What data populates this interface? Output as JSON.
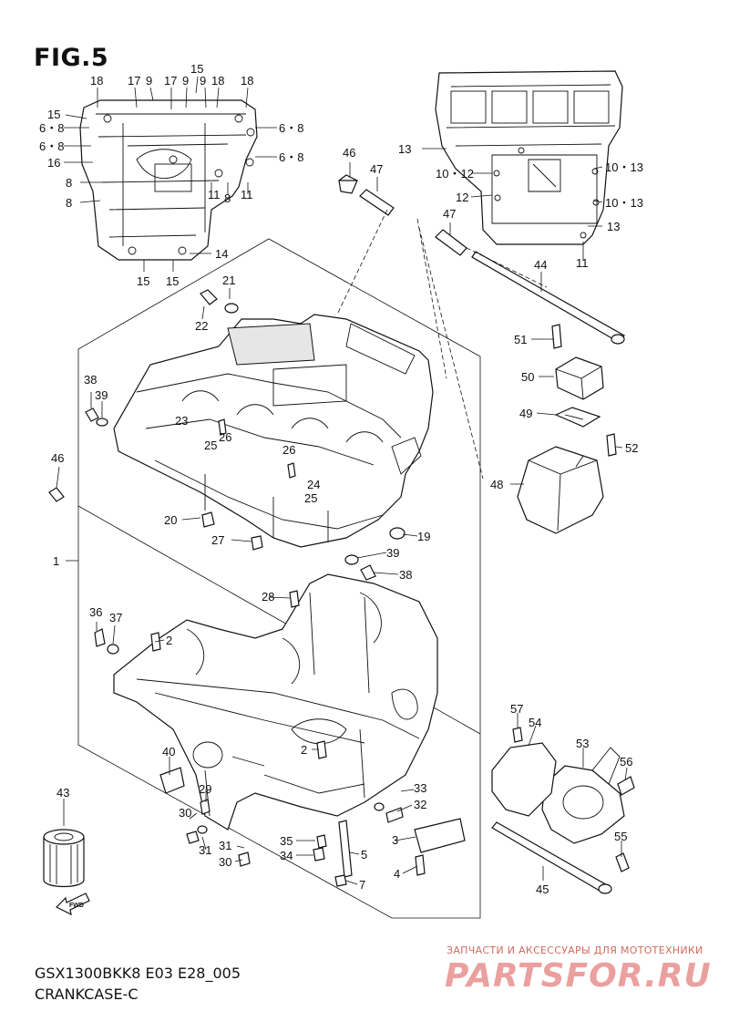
{
  "figure": {
    "title": "FIG.5",
    "model_code": "GSX1300BKK8 E03 E28_005",
    "section_name": "CRANKCASE-C"
  },
  "watermark": {
    "tagline": "ЗАПЧАСТИ И АКСЕССУАРЫ ДЛЯ МОТОТЕХНИКИ",
    "logo": "PARTSFOR.RU"
  },
  "callouts": [
    {
      "id": "c18a",
      "text": "18"
    },
    {
      "id": "c17a",
      "text": "17"
    },
    {
      "id": "c9a",
      "text": "9"
    },
    {
      "id": "c17b",
      "text": "17"
    },
    {
      "id": "c9b",
      "text": "9"
    },
    {
      "id": "c15a",
      "text": "15"
    },
    {
      "id": "c9c",
      "text": "9"
    },
    {
      "id": "c18b",
      "text": "18"
    },
    {
      "id": "c18c",
      "text": "18"
    },
    {
      "id": "c15b",
      "text": "15"
    },
    {
      "id": "c68a",
      "text": "6・8"
    },
    {
      "id": "c68b",
      "text": "6・8"
    },
    {
      "id": "c68c",
      "text": "6・8"
    },
    {
      "id": "c68d",
      "text": "6・8"
    },
    {
      "id": "c16",
      "text": "16"
    },
    {
      "id": "c8a",
      "text": "8"
    },
    {
      "id": "c8b",
      "text": "8"
    },
    {
      "id": "c11a",
      "text": "11"
    },
    {
      "id": "c8c",
      "text": "8"
    },
    {
      "id": "c11b",
      "text": "11"
    },
    {
      "id": "c14",
      "text": "14"
    },
    {
      "id": "c15c",
      "text": "15"
    },
    {
      "id": "c15d",
      "text": "15"
    },
    {
      "id": "c46a",
      "text": "46"
    },
    {
      "id": "c47a",
      "text": "47"
    },
    {
      "id": "c13a",
      "text": "13"
    },
    {
      "id": "c1012a",
      "text": "10・12"
    },
    {
      "id": "c1013a",
      "text": "10・13"
    },
    {
      "id": "c12",
      "text": "12"
    },
    {
      "id": "c1013b",
      "text": "10・13"
    },
    {
      "id": "c47b",
      "text": "47"
    },
    {
      "id": "c13b",
      "text": "13"
    },
    {
      "id": "c11c",
      "text": "11"
    },
    {
      "id": "c44",
      "text": "44"
    },
    {
      "id": "c21",
      "text": "21"
    },
    {
      "id": "c22",
      "text": "22"
    },
    {
      "id": "c51",
      "text": "51"
    },
    {
      "id": "c50",
      "text": "50"
    },
    {
      "id": "c38a",
      "text": "38"
    },
    {
      "id": "c39a",
      "text": "39"
    },
    {
      "id": "c49",
      "text": "49"
    },
    {
      "id": "c23",
      "text": "23"
    },
    {
      "id": "c26a",
      "text": "26"
    },
    {
      "id": "c25a",
      "text": "25"
    },
    {
      "id": "c26b",
      "text": "26"
    },
    {
      "id": "c52",
      "text": "52"
    },
    {
      "id": "c46b",
      "text": "46"
    },
    {
      "id": "c24",
      "text": "24"
    },
    {
      "id": "c25b",
      "text": "25"
    },
    {
      "id": "c48",
      "text": "48"
    },
    {
      "id": "c20",
      "text": "20"
    },
    {
      "id": "c19",
      "text": "19"
    },
    {
      "id": "c27",
      "text": "27"
    },
    {
      "id": "c39b",
      "text": "39"
    },
    {
      "id": "c1",
      "text": "1"
    },
    {
      "id": "c38b",
      "text": "38"
    },
    {
      "id": "c28",
      "text": "28"
    },
    {
      "id": "c36",
      "text": "36"
    },
    {
      "id": "c37",
      "text": "37"
    },
    {
      "id": "c2a",
      "text": "2"
    },
    {
      "id": "c57",
      "text": "57"
    },
    {
      "id": "c54",
      "text": "54"
    },
    {
      "id": "c53",
      "text": "53"
    },
    {
      "id": "c40",
      "text": "40"
    },
    {
      "id": "c2b",
      "text": "2"
    },
    {
      "id": "c56",
      "text": "56"
    },
    {
      "id": "c43",
      "text": "43"
    },
    {
      "id": "c29",
      "text": "29"
    },
    {
      "id": "c33",
      "text": "33"
    },
    {
      "id": "c30a",
      "text": "30"
    },
    {
      "id": "c32",
      "text": "32"
    },
    {
      "id": "c55",
      "text": "55"
    },
    {
      "id": "c31a",
      "text": "31"
    },
    {
      "id": "c3",
      "text": "3"
    },
    {
      "id": "c31b",
      "text": "31"
    },
    {
      "id": "c35",
      "text": "35"
    },
    {
      "id": "c34",
      "text": "34"
    },
    {
      "id": "c5",
      "text": "5"
    },
    {
      "id": "c30b",
      "text": "30"
    },
    {
      "id": "c4",
      "text": "4"
    },
    {
      "id": "c7",
      "text": "7"
    },
    {
      "id": "c45",
      "text": "45"
    }
  ],
  "fwd_label": "FWD"
}
